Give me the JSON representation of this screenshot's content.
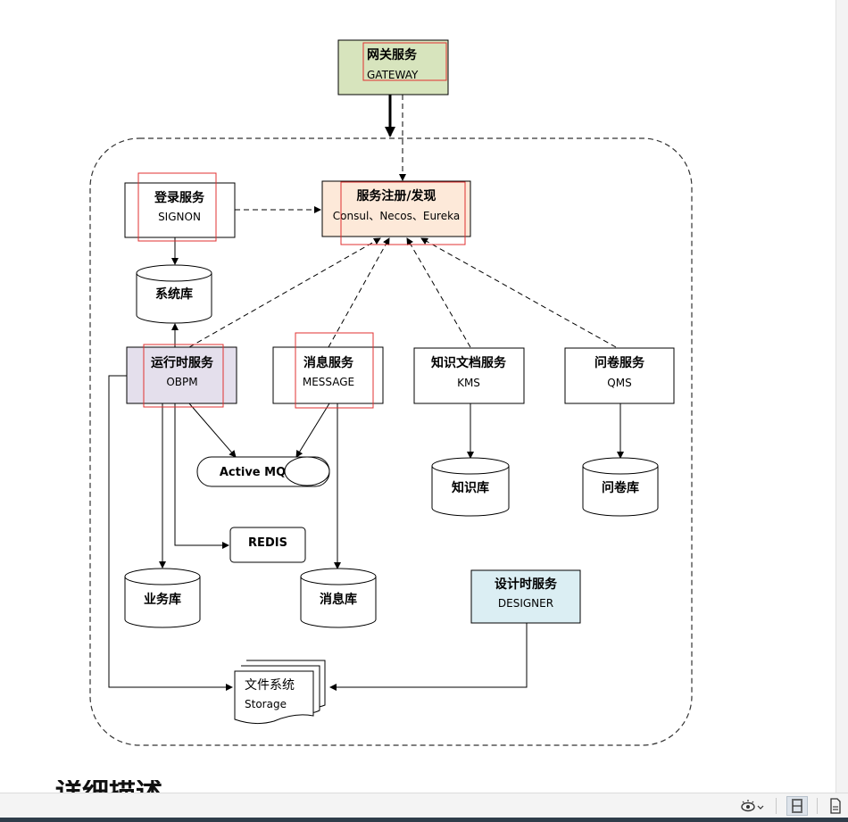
{
  "diagram": {
    "nodes": {
      "gateway": {
        "title": "网关服务",
        "subtitle": "GATEWAY"
      },
      "registry": {
        "title": "服务注册/发现",
        "subtitle": "Consul、Necos、Eureka"
      },
      "signon": {
        "title": "登录服务",
        "subtitle": "SIGNON"
      },
      "obpm": {
        "title": "运行时服务",
        "subtitle": "OBPM"
      },
      "message": {
        "title": "消息服务",
        "subtitle": "MESSAGE"
      },
      "kms": {
        "title": "知识文档服务",
        "subtitle": "KMS"
      },
      "qms": {
        "title": "问卷服务",
        "subtitle": "QMS"
      },
      "designer": {
        "title": "设计时服务",
        "subtitle": "DESIGNER"
      },
      "activemq": {
        "label": "Active MQ"
      },
      "redis": {
        "label": "REDIS"
      },
      "sysdb": {
        "label": "系统库"
      },
      "bizdb": {
        "label": "业务库"
      },
      "msgdb": {
        "label": "消息库"
      },
      "kmsdb": {
        "label": "知识库"
      },
      "qmsdb": {
        "label": "问卷库"
      },
      "storage": {
        "title": "文件系统",
        "subtitle": "Storage"
      }
    },
    "colors": {
      "gateway_fill": "#d7e4bd",
      "registry_fill": "#fde9d9",
      "obpm_fill": "#e4dfec",
      "designer_fill": "#dbeef3",
      "highlight_border": "#e03030"
    }
  },
  "document": {
    "next_heading": "详细描述"
  },
  "statusbar": {
    "icons": [
      "eye-icon",
      "chevron-down-icon",
      "page-layout-icon",
      "page-icon"
    ]
  }
}
